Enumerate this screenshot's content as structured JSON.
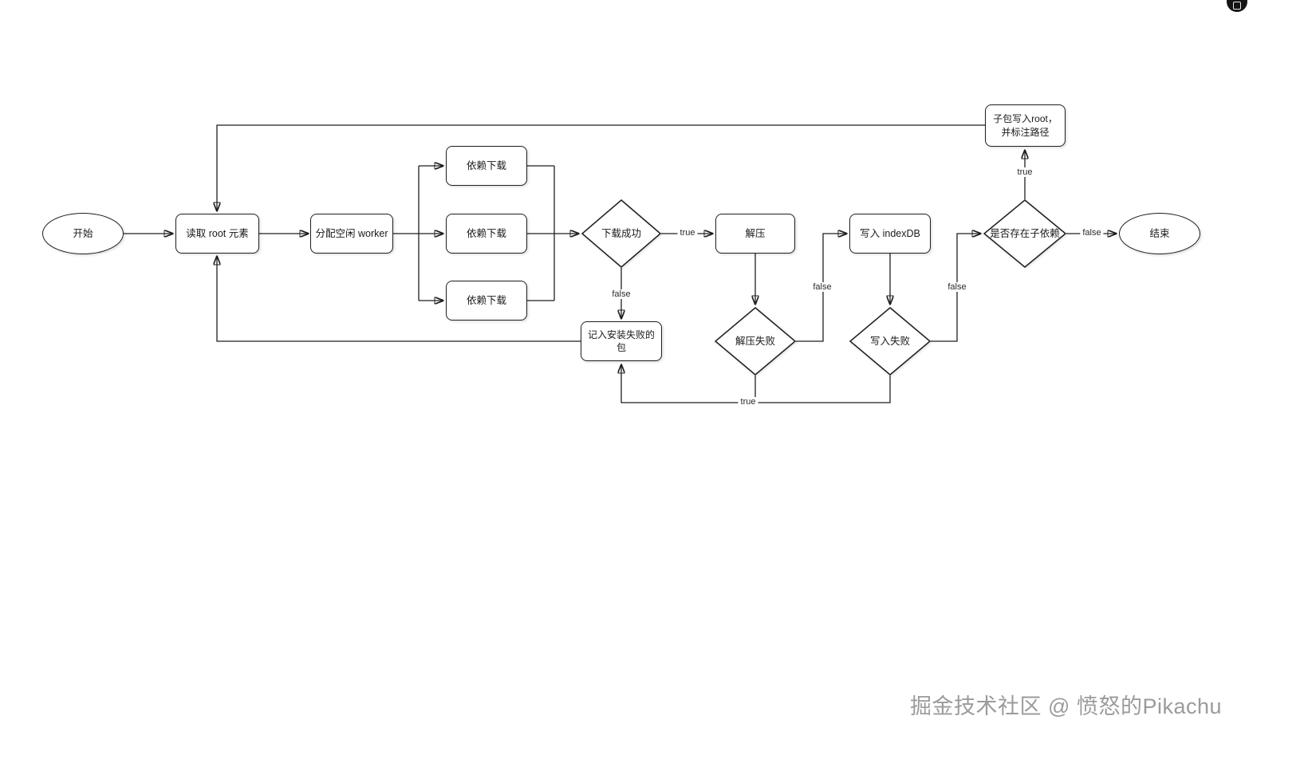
{
  "diagram": {
    "nodes": {
      "start": {
        "label": "开始",
        "shape": "ellipse"
      },
      "read_root": {
        "label": "读取 root 元素",
        "shape": "rect"
      },
      "assign_worker": {
        "label": "分配空闲 worker",
        "shape": "rect"
      },
      "dep_download_1": {
        "label": "依赖下载",
        "shape": "rect"
      },
      "dep_download_2": {
        "label": "依赖下载",
        "shape": "rect"
      },
      "dep_download_3": {
        "label": "依赖下载",
        "shape": "rect"
      },
      "download_success": {
        "label": "下载成功",
        "shape": "diamond"
      },
      "decompress": {
        "label": "解压",
        "shape": "rect"
      },
      "decompress_fail": {
        "label": "解压失败",
        "shape": "diamond"
      },
      "write_indexdb": {
        "label": "写入 indexDB",
        "shape": "rect"
      },
      "write_fail": {
        "label": "写入失败",
        "shape": "diamond"
      },
      "has_child_dep": {
        "label": "是否存在子依赖",
        "shape": "diamond"
      },
      "subpackage_write": {
        "label": "子包写入root，并标注路径",
        "shape": "rect"
      },
      "record_failed": {
        "label": "记入安装失败的包",
        "shape": "rect"
      },
      "end": {
        "label": "结束",
        "shape": "ellipse"
      }
    },
    "edge_labels": {
      "download_true": "true",
      "download_false": "false",
      "decompress_false": "false",
      "write_false": "false",
      "fail_true": "true",
      "child_true": "true",
      "child_false": "false"
    },
    "colors": {
      "line": "#1f1f1f",
      "node_fill": "#ffffff",
      "watermark": "#9b9b9b"
    }
  },
  "watermark": "掘金技术社区 @ 愤怒的Pikachu"
}
